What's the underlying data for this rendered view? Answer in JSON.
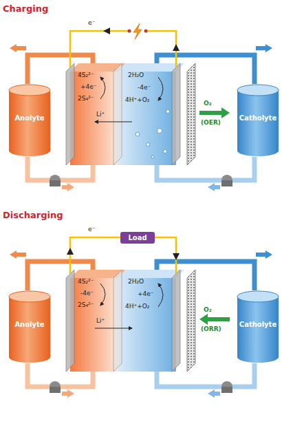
{
  "diagram": {
    "nodes": [
      {
        "text": [
          "Anolyte"
        ]
      },
      {
        "text": [
          "Catholyte"
        ]
      },
      {
        "text": [
          "Anolyte"
        ]
      },
      {
        "text": [
          "Load"
        ]
      },
      {
        "text": [
          "Catholyte"
        ]
      }
    ],
    "labels": [
      "Charging",
      "e⁻",
      "4S₂²⁻",
      "+4e⁻",
      "2S₄²⁻",
      "Li⁺",
      "2H₂O",
      "-4e⁻",
      "4H⁺+O₂",
      "O₂",
      "(OER)",
      "Discharging",
      "e⁻",
      "4S₂²⁻",
      "-4e⁻",
      "2S₄²⁻",
      "Li⁺",
      "2H₂O",
      "+4e⁻",
      "4H⁺+O₂",
      "O₂",
      "(ORR)"
    ]
  }
}
